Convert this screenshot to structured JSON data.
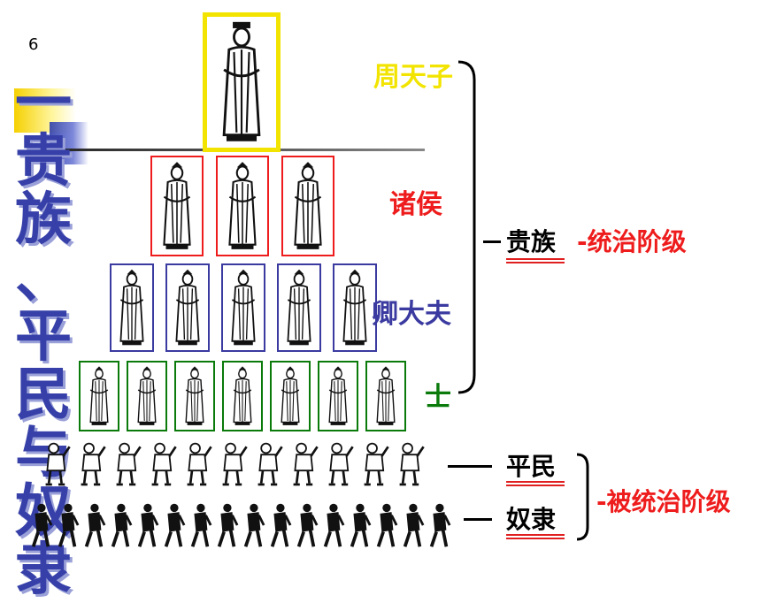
{
  "page_number": "6",
  "side_title": [
    "一",
    "贵",
    "族",
    "、",
    "平",
    "民",
    "与",
    "奴",
    "隶"
  ],
  "levels": {
    "king": {
      "label": "周天子",
      "color": "#f2e400",
      "count": 1
    },
    "lords": {
      "label": "诸侯",
      "color": "#ee1c1c",
      "count": 3
    },
    "ministers": {
      "label": "卿大夫",
      "color": "#3a3aa0",
      "count": 5
    },
    "shi": {
      "label": "士",
      "color": "#0a7a0a",
      "count": 7
    },
    "commoners": {
      "count": 11
    },
    "slaves": {
      "count": 16
    }
  },
  "classes": {
    "nobility": {
      "label": "贵族",
      "role": "-统治阶级"
    },
    "commoners": {
      "label": "平民"
    },
    "slaves": {
      "label": "奴隶"
    },
    "ruled_role": "-被统治阶级"
  }
}
